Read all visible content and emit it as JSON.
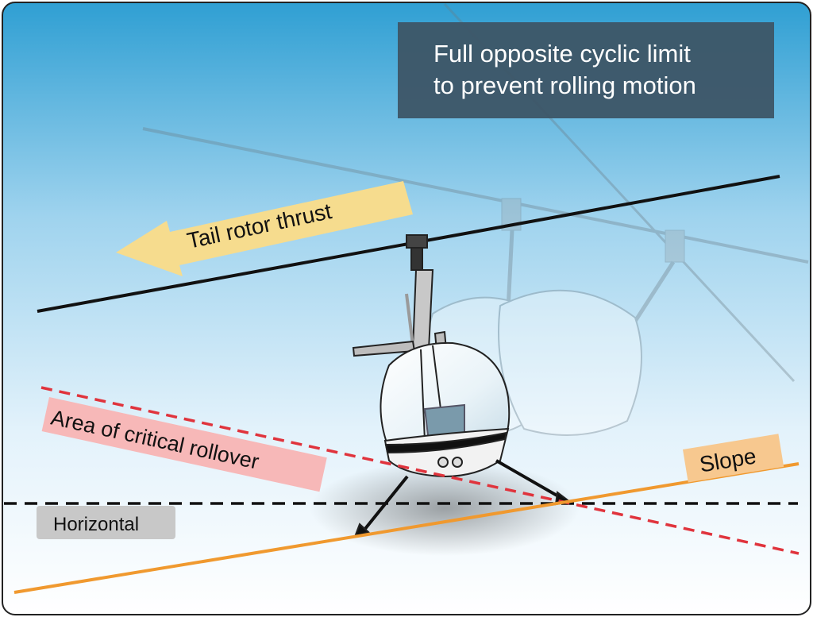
{
  "callout": {
    "line1": "Full opposite cyclic limit",
    "line2": "to prevent rolling motion"
  },
  "labels": {
    "tail_rotor_thrust": "Tail rotor thrust",
    "critical_rollover": "Area of critical rollover",
    "slope": "Slope",
    "horizontal": "Horizontal"
  },
  "colors": {
    "sky_top": "#2f9fd3",
    "sky_bottom": "#ffffff",
    "callout_bg": "#3d5566",
    "thrust_arrow": "#f6dc8e",
    "rollover_tag": "#f7b8b8",
    "rollover_line": "#e0333c",
    "slope_line": "#f0992f",
    "slope_tag": "#f7c88f",
    "horizontal_tag": "#c8c8c8",
    "horizontal_line": "#111111"
  },
  "icons": [
    "helicopter-illustration",
    "ghost-helicopter-illustration",
    "tail-rotor-thrust-arrow"
  ]
}
